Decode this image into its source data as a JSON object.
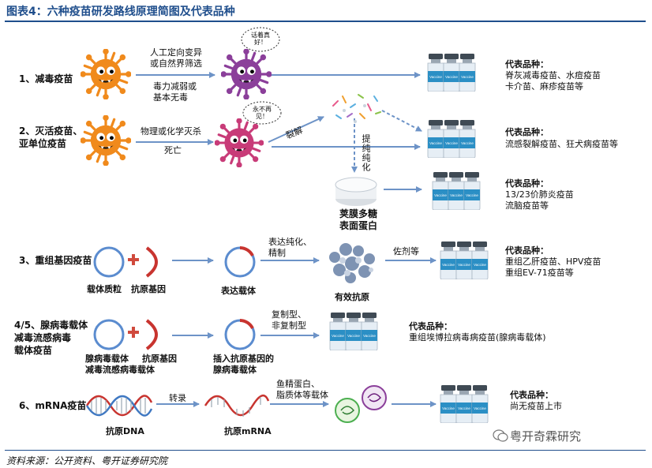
{
  "title": "图表4：六种疫苗研发路线原理简图及代表品种",
  "source": "资料来源：公开资料、粤开证券研究院",
  "watermark": "粤开奇霖研究",
  "rows": {
    "r1": {
      "label": "1、减毒疫苗",
      "arrow_top": "人工定向变异\n或自然界筛选",
      "arrow_bottom": "毒力减弱或\n基本无毒",
      "bubble": "话着真\n好！",
      "rep_title": "代表品种：",
      "rep_body": "脊灰减毒疫苗、水痘疫苗\n卡介苗、麻疹疫苗等"
    },
    "r2": {
      "label": "2、灭活疫苗、\n亚单位疫苗",
      "arrow_top": "物理或化学灭杀",
      "arrow_bottom": "死亡",
      "bubble": "永不再\n见！",
      "split_label": "裂解",
      "purify_label": "提纯纯化",
      "rep_title": "代表品种：",
      "rep_body": "流感裂解疫苗、狂犬病疫苗等",
      "sub_label": "荚膜多糖\n表面蛋白",
      "sub_rep_title": "代表品种：",
      "sub_rep_body": "13/23价肺炎疫苗\n流脑疫苗等"
    },
    "r3": {
      "label": "3、重组基因疫苗",
      "plasmid": "载体质粒",
      "gene": "抗原基因",
      "expr": "表达载体",
      "step": "表达纯化、\n精制",
      "antigen": "有效抗原",
      "adj": "佐剂等",
      "rep_title": "代表品种：",
      "rep_body": "重组乙肝疫苗、HPV疫苗\n重组EV-71疫苗等"
    },
    "r4": {
      "label": "4/5、腺病毒载体\n减毒流感病毒\n载体疫苗",
      "vector": "腺病毒载体\n减毒流感病毒载体",
      "gene": "抗原基因",
      "insert": "插入抗原基因的\n腺病毒载体",
      "step": "复制型、\n非复制型",
      "rep_title": "代表品种：",
      "rep_body": "重组埃博拉病毒病疫苗(腺病毒载体)"
    },
    "r6": {
      "label": "6、mRNA疫苗",
      "dna": "抗原DNA",
      "transcribe": "转录",
      "mrna": "抗原mRNA",
      "step": "鱼精蛋白、\n脂质体等载体",
      "rep_title": "代表品种：",
      "rep_body": "尚无疫苗上市"
    }
  },
  "icons": {
    "virus": "virus-icon",
    "vial": "vaccine-vial-icon",
    "plasmid": "plasmid-ring-icon",
    "plus": "plus-icon",
    "dna": "dna-helix-icon",
    "nanoparticle": "lipid-nanoparticle-icon",
    "protein": "protein-cluster-icon",
    "dish": "petri-dish-icon",
    "wechat": "wechat-icon"
  },
  "colors": {
    "title": "#1f4e8c",
    "arrow": "#6d93c7",
    "virus_orange": "#f08a1c",
    "virus_purple": "#8b3f9a",
    "virus_pink": "#c83b78",
    "ring_blue": "#5b8ccf",
    "gene_red": "#c8342f",
    "vial_cap": "#3f4a54",
    "vial_label": "#2b8fc5"
  }
}
